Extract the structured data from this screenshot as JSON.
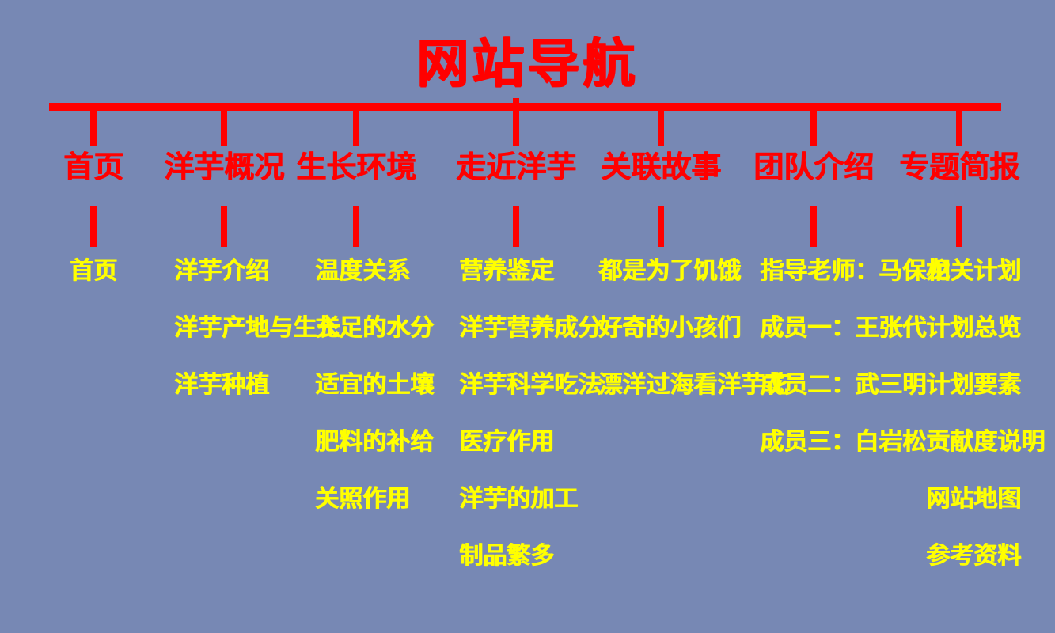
{
  "title": "网站导航",
  "sections": [
    {
      "name": "首页",
      "items": [
        "首页"
      ]
    },
    {
      "name": "洋芋概况",
      "items": [
        "洋芋介绍",
        "洋芋产地与生长",
        "洋芋种植"
      ]
    },
    {
      "name": "生长环境",
      "items": [
        "温度关系",
        "充足的水分",
        "适宜的土壤",
        "肥料的补给",
        "关照作用"
      ]
    },
    {
      "name": "走近洋芋",
      "items": [
        "营养鉴定",
        "洋芋营养成分",
        "洋芋科学吃法",
        "医疗作用",
        "洋芋的加工",
        "制品繁多"
      ]
    },
    {
      "name": "关联故事",
      "items": [
        "都是为了饥饿",
        "好奇的小孩们",
        "漂洋过海看洋芋花"
      ]
    },
    {
      "name": "团队介绍",
      "items": [
        "指导老师：马保龙",
        "成员一：王张代",
        "成员二：武三明",
        "成员三：白岩松"
      ]
    },
    {
      "name": "专题简报",
      "items": [
        "相关计划",
        "计划总览",
        "计划要素",
        "贡献度说明",
        "网站地图",
        "参考资料"
      ]
    }
  ],
  "colors": {
    "background": "#7788b4",
    "lines": "#ff0000",
    "category_text": "#ff0000",
    "item_text": "#ffff00"
  }
}
